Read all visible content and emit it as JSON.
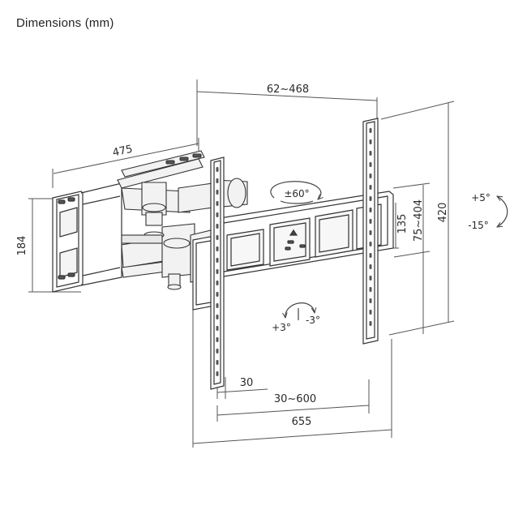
{
  "title": "Dimensions (mm)",
  "dimensions": {
    "top_width": "62~468",
    "arm_length": "475",
    "wall_plate_height": "184",
    "small_vertical": "135",
    "vesa_vertical": "75~404",
    "bracket_height": "420",
    "small_horizontal": "30",
    "vesa_horizontal": "30~600",
    "bracket_width": "655"
  },
  "annotations": {
    "swivel": "±60°",
    "tilt_up": "+5°",
    "tilt_down": "-15°",
    "level_plus": "+3°",
    "level_minus": "-3°"
  },
  "colors": {
    "line": "#333333",
    "dim_line": "#555555",
    "text": "#2a2a2a"
  }
}
